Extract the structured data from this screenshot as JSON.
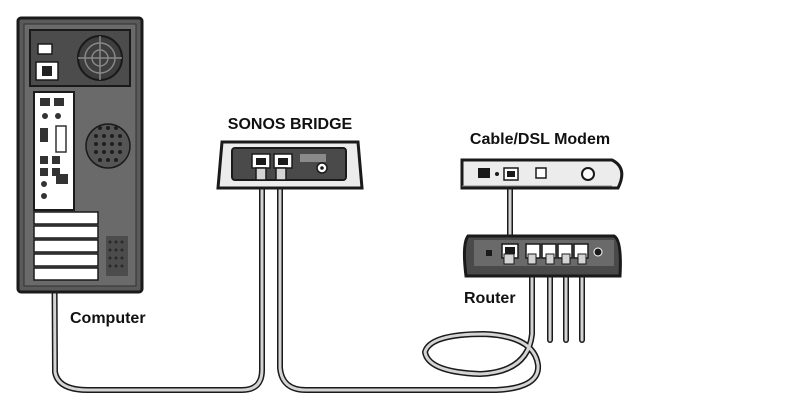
{
  "labels": {
    "bridge": "SONOS BRIDGE",
    "modem": "Cable/DSL Modem",
    "router": "Router",
    "computer": "Computer"
  },
  "colors": {
    "outline": "#1a1a1a",
    "cable": "#d4d4d4",
    "tower_body": "#5a5a5a",
    "device_light": "#ececec",
    "device_dark": "#4a4a4a"
  }
}
